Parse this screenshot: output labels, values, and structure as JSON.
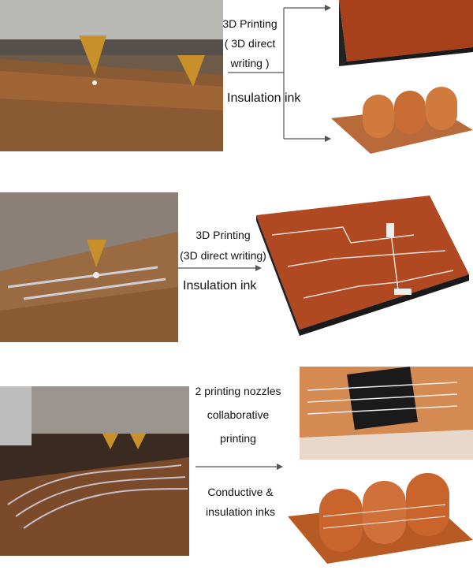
{
  "panel1": {
    "line1": "3D Printing",
    "line2": "( 3D direct",
    "line3": "writing )",
    "ink": "Insulation ink"
  },
  "panel2": {
    "line1": "3D Printing",
    "line2": "(3D direct writing)",
    "ink": "Insulation ink"
  },
  "panel3": {
    "line1": "2 printing nozzles",
    "line2": "collaborative",
    "line3": "printing",
    "ink1": "Conductive &",
    "ink2": "insulation inks"
  },
  "colors": {
    "copper": "#c0602a",
    "slab": "#a8401c",
    "arrow": "#555555"
  }
}
